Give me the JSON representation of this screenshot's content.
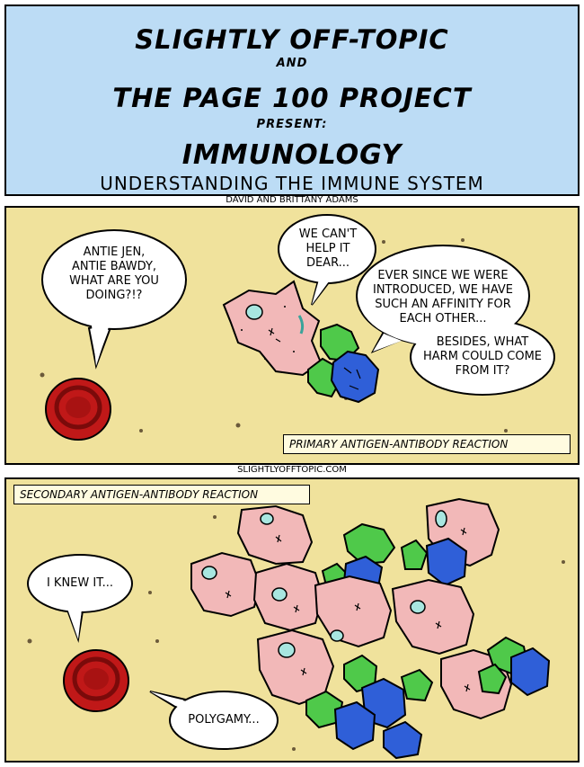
{
  "title": {
    "line1": "SLIGHTLY OFF-TOPIC",
    "line2": "AND",
    "line3": "THE PAGE 100 PROJECT",
    "line4": "PRESENT:",
    "line5": "IMMUNOLOGY",
    "line6": "UNDERSTANDING THE IMMUNE SYSTEM"
  },
  "credits": {
    "authors": "DAVID AND BRITTANY ADAMS",
    "site": "SLIGHTLYOFFTOPIC.COM"
  },
  "panel1": {
    "bubble_red": [
      "ANTIE JEN,",
      "ANTIE BAWDY,",
      "WHAT ARE YOU",
      "DOING?!?"
    ],
    "bubble_dear": [
      "WE CAN'T",
      "HELP IT",
      "DEAR..."
    ],
    "bubble_affinity": [
      "EVER SINCE WE WERE",
      "INTRODUCED, WE HAVE",
      "SUCH AN AFFINITY FOR",
      "EACH OTHER..."
    ],
    "bubble_harm": [
      "BESIDES, WHAT",
      "HARM COULD COME",
      "FROM IT?"
    ],
    "caption": "PRIMARY ANTIGEN-ANTIBODY REACTION"
  },
  "panel2": {
    "caption": "SECONDARY ANTIGEN-ANTIBODY REACTION",
    "bubble_knew": "I KNEW IT...",
    "bubble_polygamy": "POLYGAMY..."
  },
  "colors": {
    "title_bg": "#bcdcf5",
    "panel_bg": "#f0e29c",
    "cell_pink": "#f2b8b8",
    "nucleus": "#a8e6e0",
    "antibody_green": "#4fc94a",
    "antigen_blue": "#2f5fd8",
    "red_cell": "#c01818"
  }
}
